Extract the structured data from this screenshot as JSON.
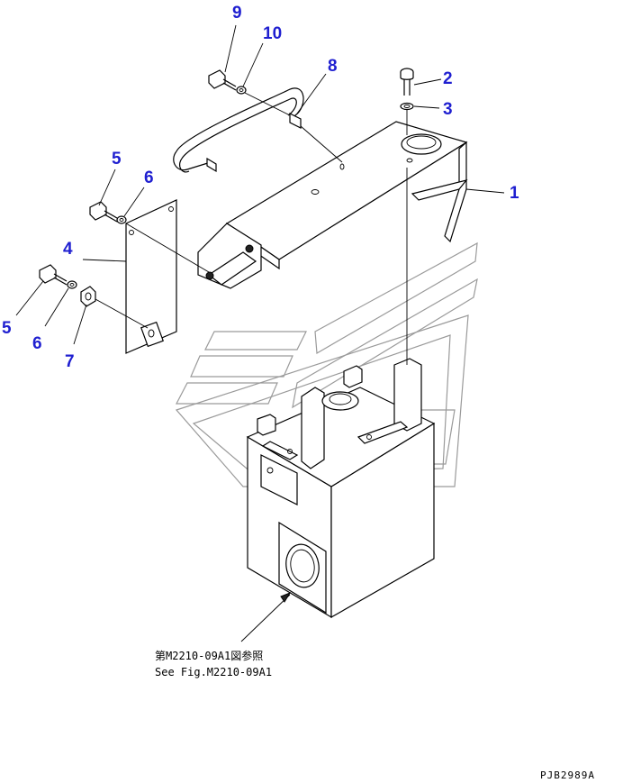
{
  "callouts": {
    "c1": "1",
    "c2": "2",
    "c3": "3",
    "c4": "4",
    "c5a": "5",
    "c5b": "5",
    "c6a": "6",
    "c6b": "6",
    "c7": "7",
    "c8": "8",
    "c9": "9",
    "c10": "10"
  },
  "reference_note": {
    "line_jp": "第M2210-09A1図参照",
    "line_en": "See Fig.M2210-09A1"
  },
  "drawing_code": "PJB2989A",
  "colors": {
    "callout": "#1f1fd0",
    "line": "#000000",
    "watermark": "#9a9a9a"
  }
}
